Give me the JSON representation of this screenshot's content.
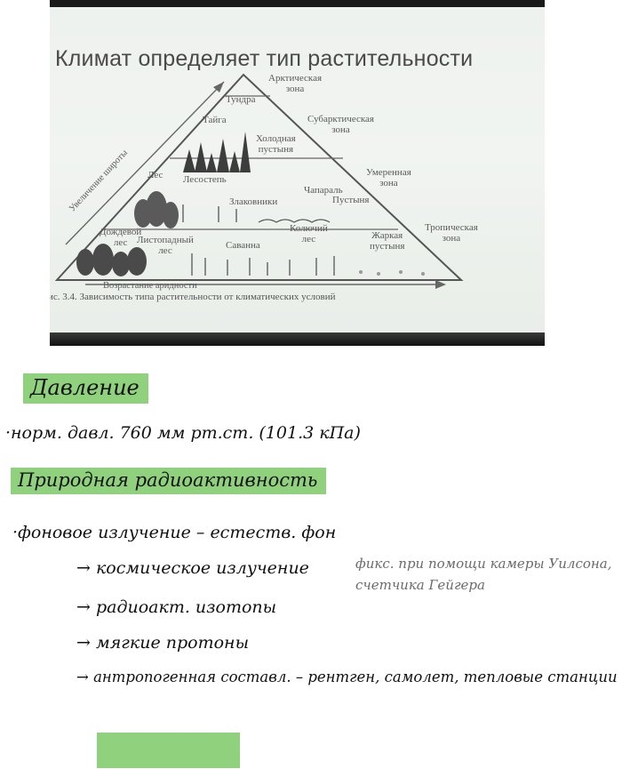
{
  "slide": {
    "title": "Климат определяет тип растительности",
    "zones": [
      "Арктическая\nзона",
      "Субарктическая\nзона",
      "Умеренная\nзона",
      "Тропическая\nзона"
    ],
    "vegetation": {
      "tundra": "Тундра",
      "taiga": "Тайга",
      "cold_desert": "Холодная\nпустыня",
      "forest": "Лес",
      "forest_steppe": "Лесостепь",
      "chaparral": "Чапараль",
      "grasses": "Злаковники",
      "desert": "Пустыня",
      "rain_forest": "Дождевой\nлес",
      "deciduous_forest": "Листопадный\nлес",
      "savanna": "Саванна",
      "thorn_forest": "Колючий\nлес",
      "hot_desert": "Жаркая\nпустыня"
    },
    "left_arrow_label": "Увеличение широты",
    "bottom_arrow_label": "Возрастание аридности",
    "caption": "ис. 3.4. Зависимость типа растительности от климатических условий"
  },
  "notes": {
    "heading1": "Давление",
    "line1": "·норм. давл. 760 мм рт.ст. (101.3 кПа)",
    "heading2": "Природная радиоактивность",
    "line2": "·фоновое излучение – естеств. фон",
    "item1": "→ космическое излучение",
    "item1_note": "фикс. при помощи камеры Уилсона,\nсчетчика Гейгера",
    "item2": "→ радиоакт. изотопы",
    "item3": "→ мягкие протоны",
    "item4": "→ антропогенная составл. – рентген, самолет, тепловые станции"
  }
}
